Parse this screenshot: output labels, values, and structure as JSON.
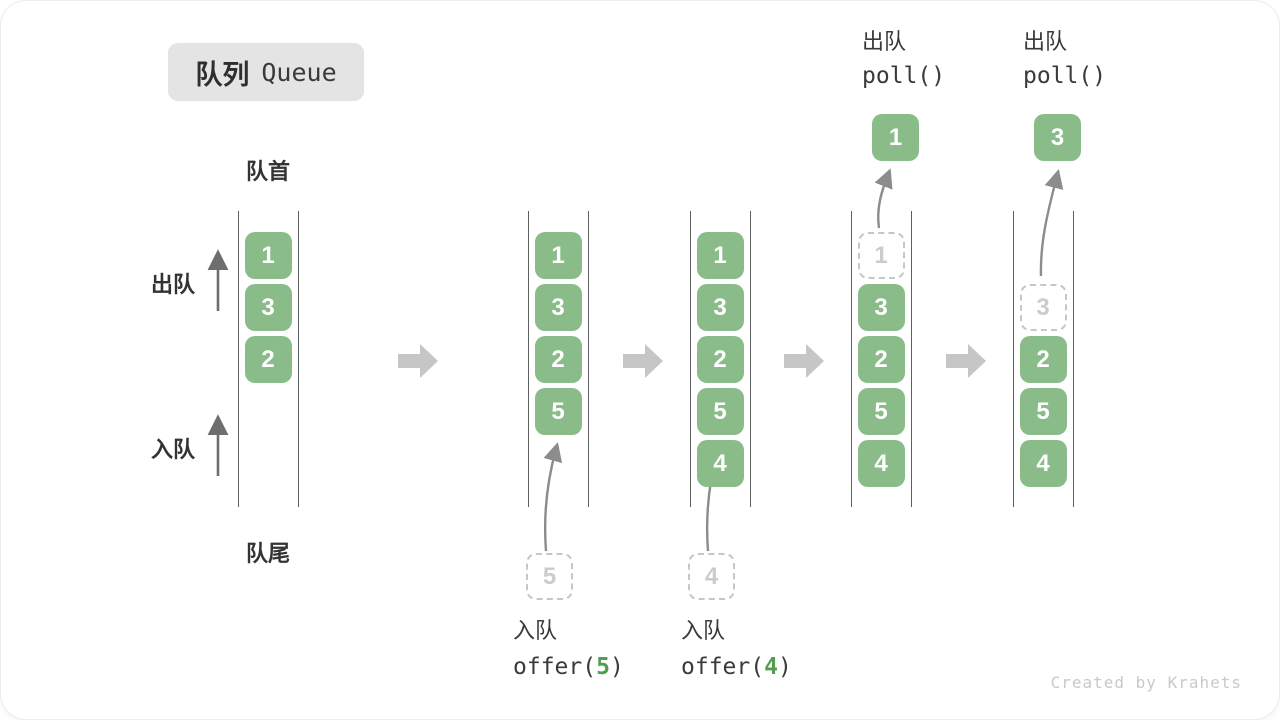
{
  "title": {
    "zh": "队列",
    "en": "Queue"
  },
  "labels": {
    "front": "队首",
    "rear": "队尾",
    "dequeue": "出队",
    "enqueue": "入队"
  },
  "queues": [
    {
      "items": [
        {
          "v": "1",
          "slot": 0
        },
        {
          "v": "3",
          "slot": 1
        },
        {
          "v": "2",
          "slot": 2
        }
      ]
    },
    {
      "items": [
        {
          "v": "1",
          "slot": 0
        },
        {
          "v": "3",
          "slot": 1
        },
        {
          "v": "2",
          "slot": 2
        },
        {
          "v": "5",
          "slot": 3
        }
      ],
      "pending": "5",
      "op": {
        "label": "入队",
        "code_before": "offer(",
        "code_arg": "5",
        "code_after": ")"
      }
    },
    {
      "items": [
        {
          "v": "1",
          "slot": 0
        },
        {
          "v": "3",
          "slot": 1
        },
        {
          "v": "2",
          "slot": 2
        },
        {
          "v": "5",
          "slot": 3
        },
        {
          "v": "4",
          "slot": 4
        }
      ],
      "pending": "4",
      "op": {
        "label": "入队",
        "code_before": "offer(",
        "code_arg": "4",
        "code_after": ")"
      }
    },
    {
      "items": [
        {
          "v": "1",
          "slot": 0,
          "ghost": true
        },
        {
          "v": "3",
          "slot": 1
        },
        {
          "v": "2",
          "slot": 2
        },
        {
          "v": "5",
          "slot": 3
        },
        {
          "v": "4",
          "slot": 4
        }
      ],
      "out": "1",
      "op_top": {
        "label": "出队",
        "code": "poll()"
      }
    },
    {
      "items": [
        {
          "v": "3",
          "slot": 1,
          "ghost": true
        },
        {
          "v": "2",
          "slot": 2
        },
        {
          "v": "5",
          "slot": 3
        },
        {
          "v": "4",
          "slot": 4
        }
      ],
      "out": "3",
      "op_top": {
        "label": "出队",
        "code": "poll()"
      }
    }
  ],
  "watermark": "Created by Krahets",
  "colors": {
    "green": "#8abc8a",
    "green-dark": "#519e51",
    "box-text": "#ffffff",
    "ghost-border": "#c6c6c6",
    "ghost-text": "#cccccc",
    "ink": "#3a3a3a",
    "wall": "#606060",
    "block-arrow": "#c6c6c6",
    "thin-arrow": "#8c8c8c",
    "up-arrow": "#6e6e6e",
    "title-bg": "#e4e4e4",
    "watermark": "#c9c9cd"
  }
}
